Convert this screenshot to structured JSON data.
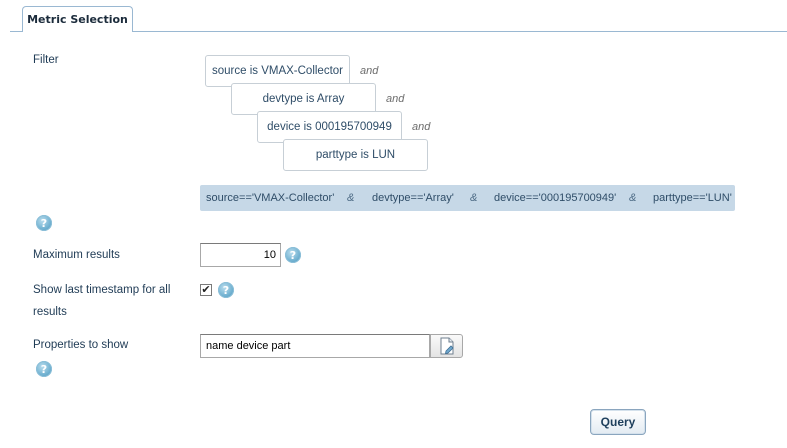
{
  "tabs": [
    {
      "label": "Metric Selection"
    }
  ],
  "filter": {
    "label": "Filter",
    "conditions": [
      {
        "text": "source is VMAX-Collector",
        "joiner": "and"
      },
      {
        "text": "devtype is Array",
        "joiner": "and"
      },
      {
        "text": "device is 000195700949",
        "joiner": "and"
      },
      {
        "text": "parttype is LUN",
        "joiner": ""
      }
    ],
    "expression": {
      "terms": [
        "source=='VMAX-Collector'",
        "devtype=='Array'",
        "device=='000195700949'",
        "parttype=='LUN'"
      ],
      "separator": "&"
    }
  },
  "max_results": {
    "label": "Maximum results",
    "value": "10"
  },
  "show_last_timestamp": {
    "label_line1": "Show last timestamp for all",
    "label_line2": "results",
    "checked": true
  },
  "properties": {
    "label": "Properties to show",
    "value": "name device part"
  },
  "query_button": {
    "label": "Query"
  },
  "help_symbol": "?",
  "check_symbol": "✔",
  "icons": {
    "help": "help-icon",
    "picker": "document-edit-icon"
  },
  "colors": {
    "expression_bg": "#c6d8e7",
    "help_blue": "#6fb0d0",
    "tab_border": "#9ab8d2"
  }
}
